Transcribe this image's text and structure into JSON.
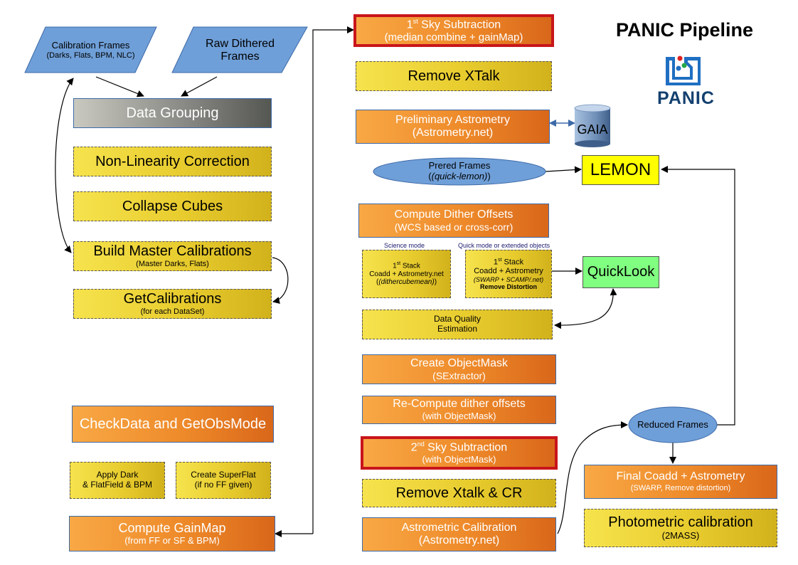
{
  "title": "PANIC Pipeline",
  "logo": {
    "text": "PANIC",
    "colors": {
      "blue": "#1f6fc2",
      "red": "#e02020",
      "green": "#27a84b",
      "dark": "#14406f"
    }
  },
  "inputs": {
    "calibration_frames": {
      "line1": "Calibration Frames",
      "line2": "(Darks, Flats, BPM, NLC)"
    },
    "raw_frames": {
      "line1": "Raw Dithered",
      "line2": "Frames"
    }
  },
  "left": {
    "data_grouping": "Data Grouping",
    "non_linearity": "Non-Linearity Correction",
    "collapse_cubes": "Collapse Cubes",
    "build_master": {
      "line1": "Build Master Calibrations",
      "line2": "(Master Darks, Flats)"
    },
    "get_calibrations": {
      "line1": "GetCalibrations",
      "line2": "(for each DataSet)"
    },
    "checkdata": "CheckData and GetObsMode",
    "apply_dark": {
      "line1": "Apply Dark",
      "line2": "& FlatField & BPM"
    },
    "create_superflat": {
      "line1": "Create SuperFlat",
      "line2": "(if no FF given)"
    },
    "compute_gainmap": {
      "line1": "Compute GainMap",
      "line2": "(from FF or SF & BPM)"
    }
  },
  "middle": {
    "sky1": {
      "prefix": "1",
      "sup": "st",
      "rest": " Sky Subtraction",
      "line2": "(median combine + gainMap)"
    },
    "remove_xtalk": "Remove XTalk",
    "prelim_astrometry": {
      "line1": "Preliminary Astrometry",
      "line2": "(Astrometry.net)"
    },
    "prered": {
      "line1": "Prered Frames",
      "line2": "(quick-lemon)"
    },
    "dither_offsets": {
      "line1": "Compute Dither Offsets",
      "line2": "(WCS based or cross-corr)"
    },
    "science_mode_label": "Science mode",
    "quick_mode_label": "Quick mode or extended objects",
    "stack_science": {
      "prefix": "1",
      "sup": "st",
      "rest": " Stack",
      "line2": "Coadd + Astrometry.net",
      "line3": "(dithercubemean)"
    },
    "stack_quick": {
      "prefix": "1",
      "sup": "st",
      "rest": " Stack",
      "line2": "Coadd + Astrometry",
      "line3": "(SWARP + SCAMP/.net)",
      "line4": "Remove Distortion"
    },
    "data_quality": {
      "line1": "Data Quality",
      "line2": "Estimation"
    },
    "object_mask": {
      "line1": "Create ObjectMask",
      "line2": "(SExtractor)"
    },
    "recompute": {
      "line1": "Re-Compute dither offsets",
      "line2": "(with ObjectMask)"
    },
    "sky2": {
      "prefix": "2",
      "sup": "nd",
      "rest": " Sky Subtraction",
      "line2": "(with ObjectMask)"
    },
    "remove_xtalk_cr": "Remove Xtalk & CR",
    "astrometric_cal": {
      "line1": "Astrometric Calibration",
      "line2": "(Astrometry.net)"
    }
  },
  "right": {
    "gaia": "GAIA",
    "lemon": "LEMON",
    "quicklook": "QuickLook",
    "reduced_frames": "Reduced Frames",
    "final_coadd": {
      "line1": "Final Coadd + Astrometry",
      "line2": "(SWARP, Remove distortion)"
    },
    "photometric": {
      "line1": "Photometric calibration",
      "line2": "(2MASS)"
    }
  },
  "colors": {
    "orange": "#ee8a2a",
    "yellow": "#e8cc2e",
    "blue_shape": "#6f9fd8",
    "red_border": "#c8151b",
    "lemon_yellow": "#ffff00",
    "quicklook_green": "#80ff80"
  }
}
